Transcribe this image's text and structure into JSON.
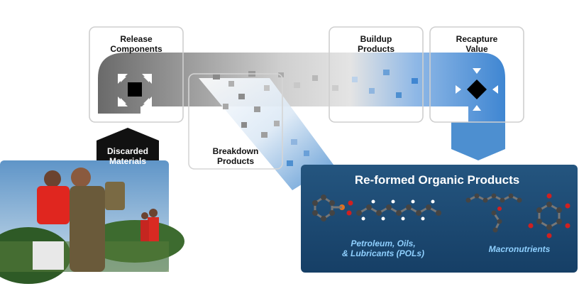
{
  "steps": {
    "release": "Release\nComponents",
    "buildup": "Buildup\nProducts",
    "recapture": "Recapture\nValue",
    "discarded": "Discarded\nMaterials",
    "breakdown": "Breakdown\nProducts"
  },
  "panel": {
    "title": "Re-formed Organic Products",
    "left_caption": "Petroleum, Oils,\n& Lubricants (POLs)",
    "right_caption": "Macronutrients"
  },
  "colors": {
    "gray_dark": "#6e6e6e",
    "gray_light": "#d0d0d0",
    "blue": "#4a8fd4",
    "panel_bg": "#1f4d7a"
  }
}
